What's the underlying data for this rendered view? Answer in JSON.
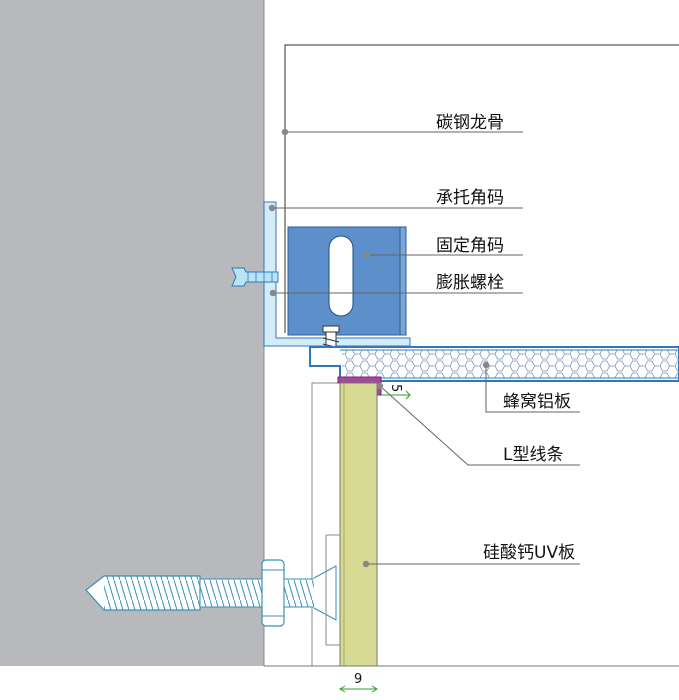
{
  "labels": {
    "carbon_steel_keel": "碳钢龙骨",
    "support_angle": "承托角码",
    "fixing_angle": "固定角码",
    "expansion_bolt": "膨胀螺栓",
    "honeycomb_panel": "蜂窝铝板",
    "l_trim": "L型线条",
    "calcium_silicate_uv_board": "硅酸钙UV板"
  },
  "dimensions": {
    "gap": "5",
    "board_thickness": "9"
  },
  "colors": {
    "wall": "#b7b9bd",
    "fixing_angle": "#5d8fcb",
    "support_angle": "#d4ecf8",
    "panel_outline": "#2f78c0",
    "honeycomb": "#6e8fb6",
    "uv_board": "#d7da92",
    "l_trim": "#a24a99",
    "bolt": "#b9e4f3",
    "leader": "#666666",
    "dimension_tick": "#2ca02c"
  }
}
